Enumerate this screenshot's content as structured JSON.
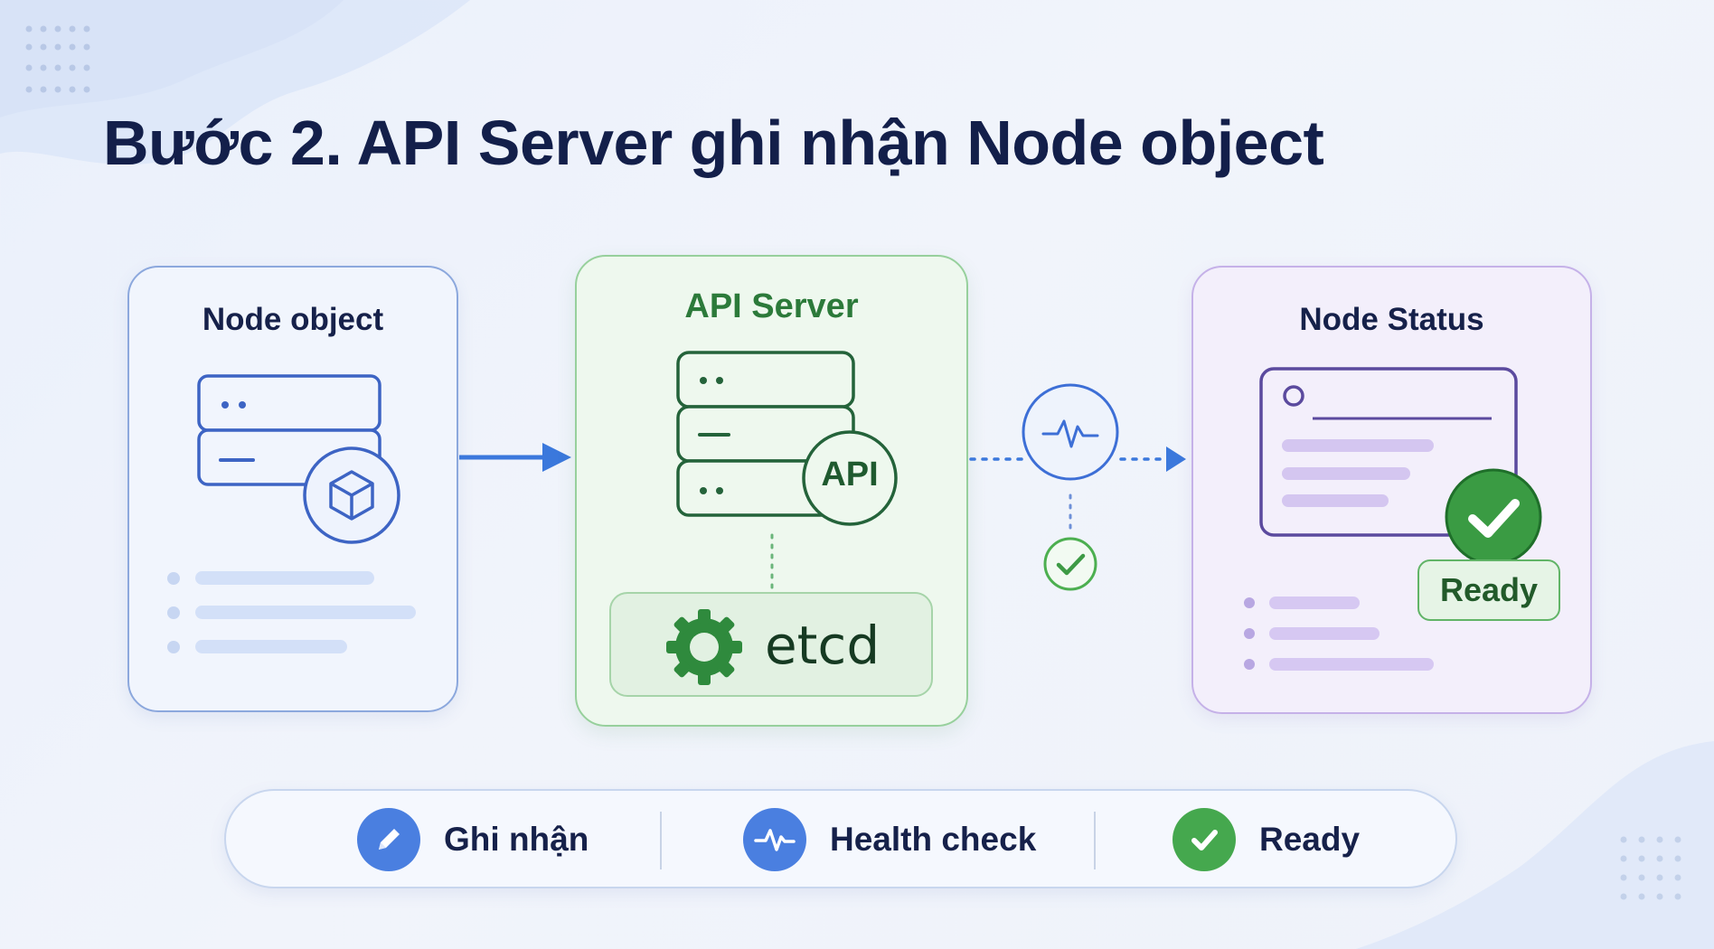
{
  "title": "Bước 2. API Server ghi nhận Node object",
  "panels": {
    "node_object": {
      "title": "Node object"
    },
    "api_server": {
      "title": "API Server",
      "api_badge": "API",
      "etcd": "etcd"
    },
    "node_status": {
      "title": "Node Status",
      "ready_badge": "Ready"
    }
  },
  "legend": [
    {
      "label": "Ghi nhận",
      "icon": "pencil-icon"
    },
    {
      "label": "Health check",
      "icon": "heartbeat-icon"
    },
    {
      "label": "Ready",
      "icon": "check-icon"
    }
  ],
  "colors": {
    "title": "#131f4a",
    "blue": "#3d6fd6",
    "green": "#2e8b3e",
    "purple": "#5b4a9e",
    "accent_arrow": "#3b78dc"
  }
}
